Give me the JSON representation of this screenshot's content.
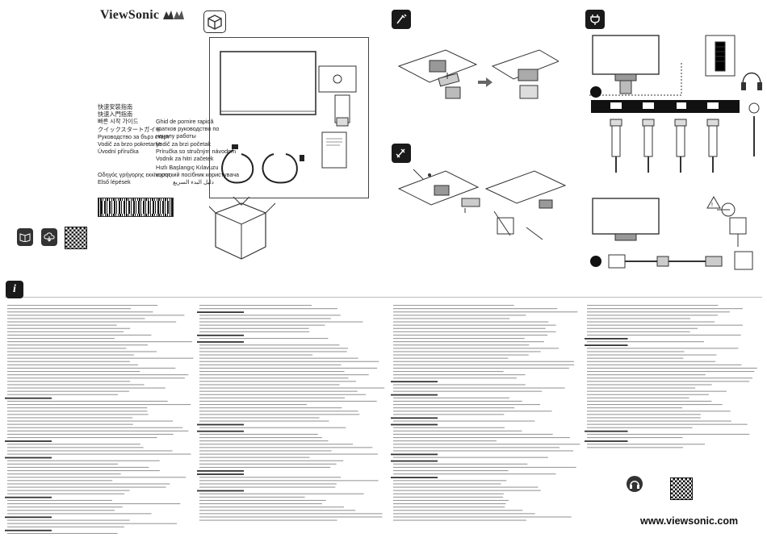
{
  "brand": {
    "logo_text": "ViewSonic"
  },
  "languages_left": [
    "快速安裝指南",
    "快速入門指南",
    "빠른 시작 가이드",
    "クイックスタートガイド",
    "Руководство за бърз старт",
    "Vodič za brzo pokretanje",
    "Úvodní příručka"
  ],
  "languages_right": [
    "Ghid de pornire rapidă",
    "кратков руководство по",
    "началу работы",
    "Vodič za brzi početak",
    "Príručka so stručným návodom",
    "Vodnik za hitri začetek"
  ],
  "languages_bottom_left": [
    "Οδηγός γρήγορης εκκίνησης",
    "Első lépések"
  ],
  "languages_bottom_right": [
    "Hızlı Başlangıç Kılavuzu",
    "короткий посібник користувача",
    "دليل البدء السريع"
  ],
  "website": "www.viewsonic.com",
  "colors": {
    "icon_bg": "#1a1a1a",
    "line": "#444444",
    "text_gray": "#555555"
  },
  "icons": [
    "package-icon",
    "screwdriver-icon",
    "plug-icon",
    "info-icon",
    "book-icon",
    "cloud-download-icon",
    "headset-icon",
    "warning-icon"
  ]
}
